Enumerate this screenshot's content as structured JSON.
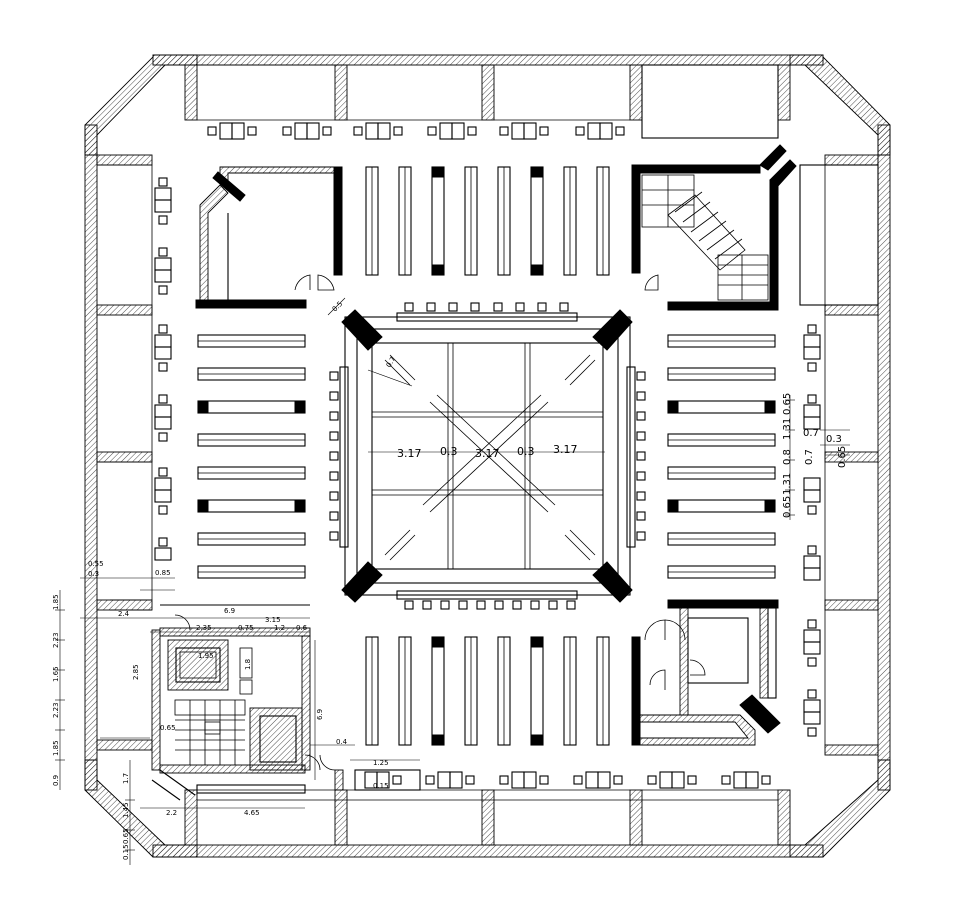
{
  "central_dims": {
    "d1": "3.17",
    "d2": "3.17",
    "d3": "3.17",
    "g1": "0.3",
    "g2": "0.3",
    "diag1": "0.5",
    "diag2": "0.7"
  },
  "right_dims": {
    "r1": "0.65",
    "r2": "1.31",
    "r3": "0.8",
    "r4": "1.31",
    "r5": "0.65",
    "r6": "0.7",
    "r7": "0.3",
    "r8": "0.7",
    "r9": "0.65"
  },
  "left_dims": {
    "v1": "1.85",
    "v2": "2.23",
    "v3": "1.65",
    "v4": "2.23",
    "v5": "1.85",
    "v6": "0.9",
    "v7": "1.7",
    "v8": "1.45",
    "v9": "0.65",
    "v10": "0.15",
    "h1": "0.55",
    "h2": "0.3",
    "h3": "2.4",
    "h4": "6.9",
    "h5": "3.15",
    "h6": "2.35",
    "h7": "1.95",
    "h8": "1.2",
    "h9": "0.6",
    "h10": "2.2",
    "h11": "4.65",
    "h12": "1.25",
    "h13": "0.4",
    "h14": "0.15",
    "h15": "0.75",
    "h16": "1.8",
    "h17": "2.85",
    "h18": "6.9",
    "h19": "0.85",
    "h20": "0.65"
  }
}
